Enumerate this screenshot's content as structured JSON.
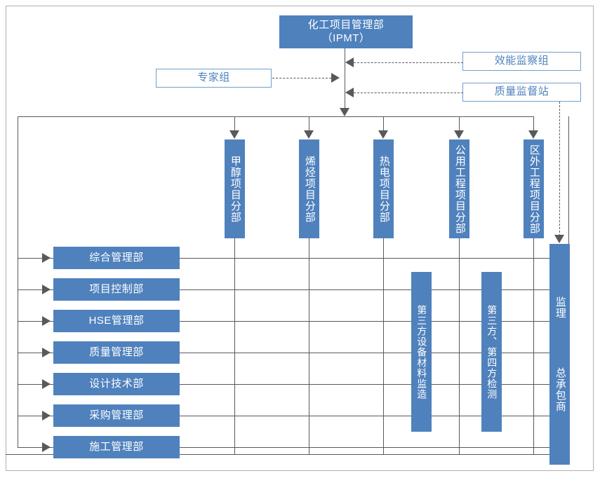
{
  "diagram": {
    "title_box": {
      "line1": "化工项目管理部",
      "line2": "（IPMT）"
    },
    "colors": {
      "fill_blue": "#4f81bd",
      "outline_blue": "#6f9fd0",
      "line_gray": "#595959",
      "page_border": "#b0b0b0",
      "text_white": "#ffffff"
    },
    "side_nodes": [
      {
        "label": "专家组",
        "side": "left"
      },
      {
        "label": "效能监察组",
        "side": "right"
      },
      {
        "label": "质量监督站",
        "side": "right"
      }
    ],
    "project_divisions": [
      {
        "label": "甲醇项目分部"
      },
      {
        "label": "烯烃项目分部"
      },
      {
        "label": "热电项目分部"
      },
      {
        "label": "公用工程项目分部"
      },
      {
        "label": "区外工程项目分部"
      }
    ],
    "departments": [
      {
        "label": "综合管理部"
      },
      {
        "label": "项目控制部"
      },
      {
        "label": "HSE管理部"
      },
      {
        "label": "质量管理部"
      },
      {
        "label": "设计技术部"
      },
      {
        "label": "采购管理部"
      },
      {
        "label": "施工管理部"
      }
    ],
    "third_party_nodes": [
      {
        "label": "第三方设备材料监造"
      },
      {
        "label": "第三方、第四方检测"
      }
    ],
    "right_column": {
      "top_label": "监理",
      "bottom_label": "总承包商"
    }
  }
}
